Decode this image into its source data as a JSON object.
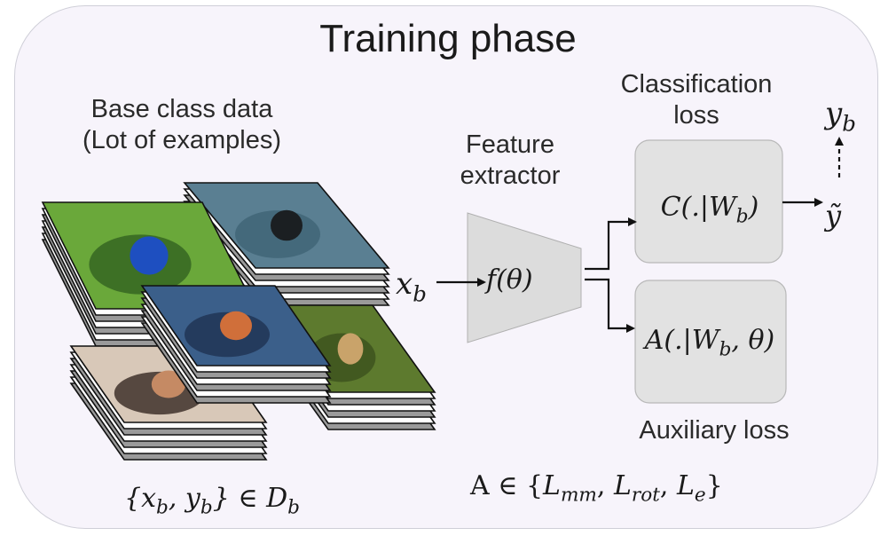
{
  "diagram": {
    "title": "Training phase",
    "base_data_label": [
      "Base class data",
      "(Lot of examples)"
    ],
    "feature_extractor_label": [
      "Feature",
      "extractor"
    ],
    "classification_loss_label": [
      "Classification",
      "loss"
    ],
    "auxiliary_loss_label": "Auxiliary loss",
    "input_symbol": {
      "base": "x",
      "sub": "b"
    },
    "label_symbol": {
      "base": "y",
      "sub": "b"
    },
    "prediction_symbol": "ỹ",
    "extractor_function": "f(θ)",
    "classifier_function": {
      "pre": "C(.|W",
      "sub": "b",
      "post": ")"
    },
    "auxiliary_function": {
      "pre": "A(.|W",
      "sub": "b",
      "post": ", θ)"
    },
    "dataset_expr": {
      "a": "{x",
      "a_sub": "b",
      "b": ", y",
      "b_sub": "b",
      "c": "} ∈ D",
      "c_sub": "b"
    },
    "aux_set_expr": {
      "prefix": "A ∈ {",
      "terms": [
        {
          "base": "L",
          "sub": "mm"
        },
        {
          "base": "L",
          "sub": "rot"
        },
        {
          "base": "L",
          "sub": "e"
        }
      ],
      "suffix": "}"
    },
    "image_stacks": [
      {
        "subject": "blue-bird-on-leaves",
        "colors": [
          "#6aa83a",
          "#2f5e1f",
          "#1e4fc0"
        ]
      },
      {
        "subject": "bird-on-water",
        "colors": [
          "#5a7f92",
          "#3e6273",
          "#1b1f22"
        ]
      },
      {
        "subject": "hummingbird-on-branch",
        "colors": [
          "#3b5f8a",
          "#1d2f4d",
          "#d06f3a"
        ]
      },
      {
        "subject": "puppy",
        "colors": [
          "#d8c8b8",
          "#2b1e18",
          "#c58a64"
        ]
      },
      {
        "subject": "dogs-on-grass",
        "colors": [
          "#5d7a2e",
          "#3a4f1c",
          "#c9a36a"
        ]
      }
    ]
  }
}
